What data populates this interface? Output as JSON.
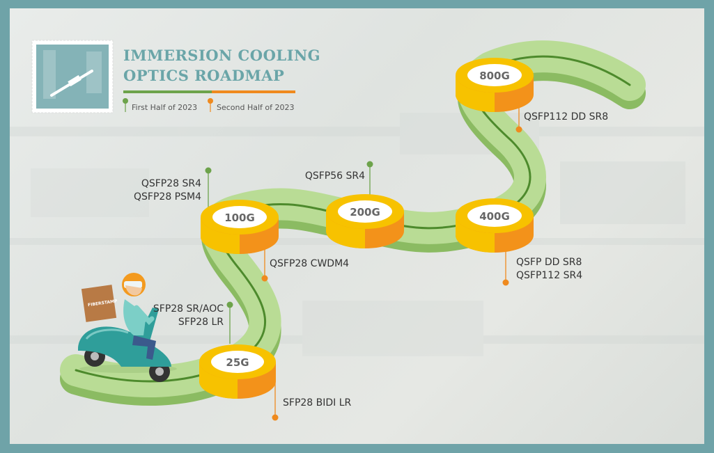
{
  "title": {
    "line1": "IMMERSION COOLING",
    "line2": "OPTICS ROADMAP"
  },
  "legend": {
    "first_half": "First Half of 2023",
    "second_half": "Second Half of 2023"
  },
  "colors": {
    "frame": "#6fa3a8",
    "title": "#6aa5a8",
    "road_light": "#b9dc95",
    "road_dark": "#8bbb62",
    "road_center": "#4d8a2c",
    "milestone_yellow": "#f7c200",
    "milestone_orange": "#f3921a",
    "first_half_marker": "#6da34b",
    "second_half_marker": "#ef8a1e"
  },
  "milestones": [
    {
      "speed": "25G",
      "products": [
        "SFP28 SR/AOC",
        "SFP28 LR"
      ],
      "products_period": "first_half",
      "products_below": [
        "SFP28 BIDI LR"
      ],
      "products_below_period": "second_half"
    },
    {
      "speed": "100G",
      "products": [
        "QSFP28 SR4",
        "QSFP28 PSM4"
      ],
      "products_period": "first_half",
      "products_below": [
        "QSFP28 CWDM4"
      ],
      "products_below_period": "second_half"
    },
    {
      "speed": "200G",
      "products": [
        "QSFP56 SR4"
      ],
      "products_period": "first_half"
    },
    {
      "speed": "400G",
      "products": [
        "QSFP DD SR8",
        "QSFP112 SR4"
      ],
      "products_period": "second_half"
    },
    {
      "speed": "800G",
      "products": [
        "QSFP112 DD SR8"
      ],
      "products_period": "second_half"
    }
  ],
  "mascot": {
    "box_text": "FIBERSTAMP"
  }
}
